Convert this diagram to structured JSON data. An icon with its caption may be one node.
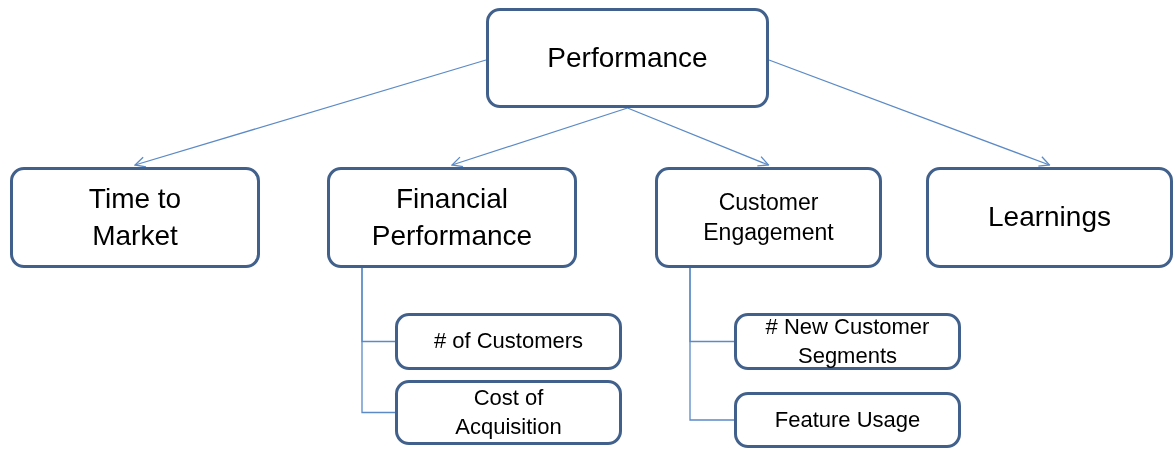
{
  "diagram": {
    "nodes": [
      {
        "text": [
          "Performance"
        ]
      },
      {
        "text": [
          "Time to Market"
        ]
      },
      {
        "text": [
          "Financial Performance"
        ]
      },
      {
        "text": [
          "Customer Engagement"
        ]
      },
      {
        "text": [
          "Learnings"
        ]
      },
      {
        "text": [
          "# of Customers"
        ]
      },
      {
        "text": [
          "Cost of Acquisition"
        ]
      },
      {
        "text": [
          "# New Customer Segments"
        ]
      },
      {
        "text": [
          "Feature Usage"
        ]
      }
    ],
    "edges": [
      {
        "from": 0,
        "to": 1,
        "arrow": "to"
      },
      {
        "from": 0,
        "to": 2,
        "arrow": "to"
      },
      {
        "from": 0,
        "to": 3,
        "arrow": "to"
      },
      {
        "from": 0,
        "to": 4,
        "arrow": "to"
      },
      {
        "from": 2,
        "to": 5,
        "arrow": "none"
      },
      {
        "from": 2,
        "to": 6,
        "arrow": "none"
      },
      {
        "from": 3,
        "to": 7,
        "arrow": "none"
      },
      {
        "from": 3,
        "to": 8,
        "arrow": "none"
      }
    ]
  }
}
